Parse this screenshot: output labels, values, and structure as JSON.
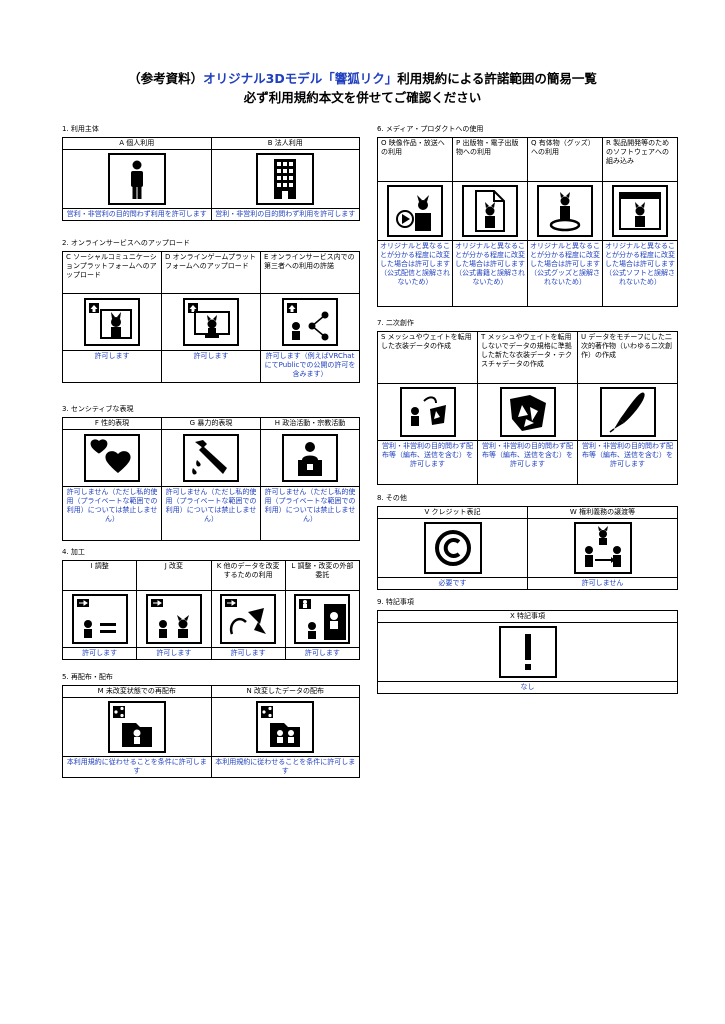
{
  "title": {
    "line1_prefix": "（参考資料）",
    "line1_accent": "オリジナル3Dモデル「響狐リク」",
    "line1_suffix": "利用規約による許諾範囲の簡易一覧",
    "line2": "必ず利用規約本文を併せてご確認ください"
  },
  "colors": {
    "accent": "#1f3fbf",
    "border": "#000000"
  },
  "sections": {
    "s1": {
      "label": "1. 利用主体",
      "cells": [
        {
          "header": "A 個人利用",
          "icon": "person-icon",
          "value": "営利・非営利の目的問わず利用を許可します"
        },
        {
          "header": "B 法人利用",
          "icon": "building-icon",
          "value": "営利・非営利の目的問わず利用を許可します"
        }
      ]
    },
    "s2": {
      "label": "2. オンラインサービスへのアップロード",
      "cells": [
        {
          "header": "C ソーシャルコミュニケーションプラットフォームへのアップロード",
          "icon": "upload-frame-icon",
          "value": "許可します"
        },
        {
          "header": "D オンラインゲームプラットフォームへのアップロード",
          "icon": "upload-monitor-icon",
          "value": "許可します"
        },
        {
          "header": "E オンラインサービス内での第三者への利用の許諾",
          "icon": "upload-share-icon",
          "value": "許可します（例えばVRChatにてPublicでの公開の許可を含みます）"
        }
      ]
    },
    "s3": {
      "label": "3. センシティブな表現",
      "cells": [
        {
          "header": "F 性的表現",
          "icon": "hearts-icon",
          "value": "許可しません（ただし私的使用（プライベートな範囲での利用）については禁止しません）"
        },
        {
          "header": "G 暴力的表現",
          "icon": "knife-icon",
          "value": "許可しません（ただし私的使用（プライベートな範囲での利用）については禁止しません）"
        },
        {
          "header": "H 政治活動・宗教活動",
          "icon": "podium-icon",
          "value": "許可しません（ただし私的使用（プライベートな範囲での利用）については禁止しません）"
        }
      ]
    },
    "s4": {
      "label": "4. 加工",
      "cells": [
        {
          "header": "I 調整",
          "icon": "adjust-icon",
          "value": "許可します"
        },
        {
          "header": "J 改変",
          "icon": "modify-icon",
          "value": "許可します"
        },
        {
          "header": "K 他のデータを改変するための利用",
          "icon": "transfer-icon",
          "value": "許可します"
        },
        {
          "header": "L 調整・改変の外部委託",
          "icon": "outsource-icon",
          "value": "許可します"
        }
      ]
    },
    "s5": {
      "label": "5. 再配布・配布",
      "cells": [
        {
          "header": "M 未改変状態での再配布",
          "icon": "redistribute-icon",
          "value": "本利用規約に従わせることを条件に許可します"
        },
        {
          "header": "N 改変したデータの配布",
          "icon": "distribute-modified-icon",
          "value": "本利用規約に従わせることを条件に許可します"
        }
      ]
    },
    "s6": {
      "label": "6. メディア・プロダクトへの使用",
      "cells": [
        {
          "header": "O 映像作品・放送への利用",
          "icon": "video-icon",
          "value": "オリジナルと異なることが分かる程度に改変した場合は許可します（公式配信と誤解されないため）"
        },
        {
          "header": "P 出版物・電子出版物への利用",
          "icon": "document-icon",
          "value": "オリジナルと異なることが分かる程度に改変した場合は許可します（公式書籍と誤解されないため）"
        },
        {
          "header": "Q 有体物（グッズ）への利用",
          "icon": "figure-icon",
          "value": "オリジナルと異なることが分かる程度に改変した場合は許可します（公式グッズと誤解されないため）"
        },
        {
          "header": "R 製品開発等のためのソフトウェアへの組み込み",
          "icon": "software-icon",
          "value": "オリジナルと異なることが分かる程度に改変した場合は許可します（公式ソフトと誤解されないため）"
        }
      ]
    },
    "s7": {
      "label": "7. 二次創作",
      "cells": [
        {
          "header": "S メッシュやウェイトを転用した衣装データの作成",
          "icon": "costume-icon",
          "value": "営利・非営利の目的問わず配布等（編布、送信を含む）を許可します"
        },
        {
          "header": "T メッシュやウェイトを転用しないでデータの規格に準拠した新たな衣装データ・テクスチャデータの作成",
          "icon": "fabric-icon",
          "value": "営利・非営利の目的問わず配布等（編布、送信を含む）を許可します"
        },
        {
          "header": "U データをモチーフにした二次的著作物（いわゆる二次創作）の作成",
          "icon": "pen-icon",
          "value": "営利・非営利の目的問わず配布等（編布、送信を含む）を許可します"
        }
      ]
    },
    "s8": {
      "label": "8. その他",
      "cells": [
        {
          "header": "V クレジット表記",
          "icon": "copyright-icon",
          "value": "必要です"
        },
        {
          "header": "W 権利義務の譲渡等",
          "icon": "transfer-rights-icon",
          "value": "許可しません"
        }
      ]
    },
    "s9": {
      "label": "9. 特記事項",
      "cells": [
        {
          "header": "X 特記事項",
          "icon": "exclamation-icon",
          "value": "なし"
        }
      ]
    }
  }
}
